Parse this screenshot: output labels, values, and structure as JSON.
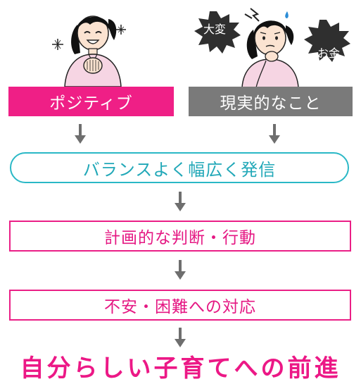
{
  "illustrations": {
    "positive_woman_icon": "smiling-woman-icon",
    "worried_woman_icon": "worried-woman-icon",
    "bubble_left_text": "大変",
    "bubble_right_text": "お金"
  },
  "labels": {
    "positive": "ポジティブ",
    "realistic": "現実的なこと"
  },
  "flow": {
    "balance": "バランスよく幅広く発信",
    "plan": "計画的な判断・行動",
    "anxiety": "不安・困難への対応",
    "conclusion": "自分らしい子育てへの前進"
  },
  "colors": {
    "pink": "#ef1f86",
    "gray": "#7a7a7a",
    "teal": "#2ab8c6",
    "arrow": "#6e6e6e"
  }
}
